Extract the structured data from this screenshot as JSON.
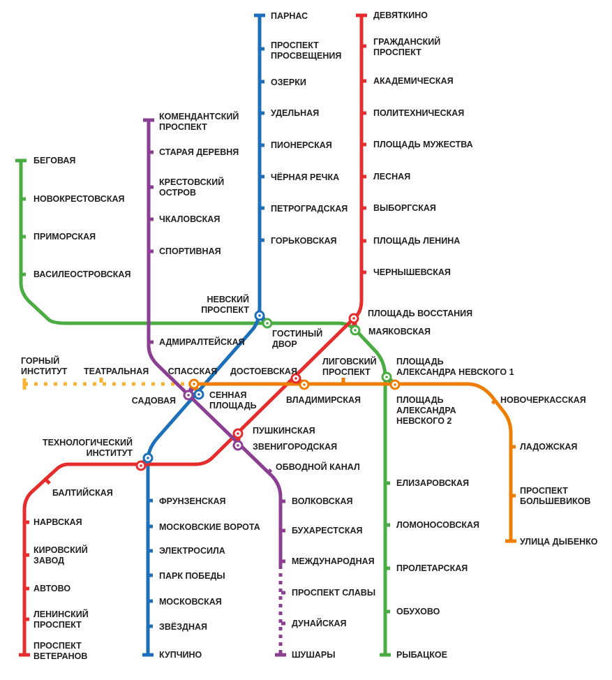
{
  "colors": {
    "red": "#e42d2c",
    "blue": "#1d6fba",
    "green": "#4aac43",
    "orange": "#ee7d00",
    "purple": "#8c3f92",
    "yellow": "#f9b233",
    "text": "#231f20"
  },
  "lines": {
    "blue": {
      "stations": [
        [
          "ПАРНАС"
        ],
        [
          "ПРОСПЕКТ",
          "ПРОСВЕЩЕНИЯ"
        ],
        [
          "ОЗЕРКИ"
        ],
        [
          "УДЕЛЬНАЯ"
        ],
        [
          "ПИОНЕРСКАЯ"
        ],
        [
          "ЧЁРНАЯ РЕЧКА"
        ],
        [
          "ПЕТРОГРАДСКАЯ"
        ],
        [
          "ГОРЬКОВСКАЯ"
        ],
        [
          "НЕВСКИЙ",
          "ПРОСПЕКТ"
        ],
        [
          "СЕННАЯ",
          "ПЛОЩАДЬ"
        ],
        [
          "ТЕХНОЛОГИЧЕСКИЙ",
          "ИНСТИТУТ"
        ],
        [
          "ФРУНЗЕНСКАЯ"
        ],
        [
          "МОСКОВСКИЕ ВОРОТА"
        ],
        [
          "ЭЛЕКТРОСИЛА"
        ],
        [
          "ПАРК ПОБЕДЫ"
        ],
        [
          "МОСКОВСКАЯ"
        ],
        [
          "ЗВЁЗДНАЯ"
        ],
        [
          "КУПЧИНО"
        ]
      ]
    },
    "red": {
      "stations": [
        [
          "ДЕВЯТКИНО"
        ],
        [
          "ГРАЖДАНСКИЙ",
          "ПРОСПЕКТ"
        ],
        [
          "АКАДЕМИЧЕСКАЯ"
        ],
        [
          "ПОЛИТЕХНИЧЕСКАЯ"
        ],
        [
          "ПЛОЩАДЬ МУЖЕСТВА"
        ],
        [
          "ЛЕСНАЯ"
        ],
        [
          "ВЫБОРГСКАЯ"
        ],
        [
          "ПЛОЩАДЬ ЛЕНИНА"
        ],
        [
          "ЧЕРНЫШЕВСКАЯ"
        ],
        [
          "ПЛОЩАДЬ ВОССТАНИЯ"
        ],
        [
          "ВЛАДИМИРСКАЯ"
        ],
        [
          "ПУШКИНСКАЯ"
        ],
        [
          "БАЛТИЙСКАЯ"
        ],
        [
          "НАРВСКАЯ"
        ],
        [
          "КИРОВСКИЙ",
          "ЗАВОД"
        ],
        [
          "АВТОВО"
        ],
        [
          "ЛЕНИНСКИЙ",
          "ПРОСПЕКТ"
        ],
        [
          "ПРОСПЕКТ",
          "ВЕТЕРАНОВ"
        ]
      ]
    },
    "green": {
      "stations": [
        [
          "БЕГОВАЯ"
        ],
        [
          "НОВОКРЕСТОВСКАЯ"
        ],
        [
          "ПРИМОРСКАЯ"
        ],
        [
          "ВАСИЛЕОСТРОВСКАЯ"
        ],
        [
          "ГОСТИНЫЙ",
          "ДВОР"
        ],
        [
          "МАЯКОВСКАЯ"
        ],
        [
          "ПЛОЩАДЬ",
          "АЛЕКСАНДРА НЕВСКОГО  1"
        ],
        [
          "ЕЛИЗАРОВСКАЯ"
        ],
        [
          "ЛОМОНОСОВСКАЯ"
        ],
        [
          "ПРОЛЕТАРСКАЯ"
        ],
        [
          "ОБУХОВО"
        ],
        [
          "РЫБАЦКОЕ"
        ]
      ]
    },
    "orange": {
      "stations": [
        [
          "СПАССКАЯ"
        ],
        [
          "ДОСТОЕВСКАЯ"
        ],
        [
          "ЛИГОВСКИЙ",
          "ПРОСПЕКТ"
        ],
        [
          "ПЛОЩАДЬ",
          "АЛЕКСАНДРА",
          "НЕВСКОГО  2"
        ],
        [
          "НОВОЧЕРКАССКАЯ"
        ],
        [
          "ЛАДОЖСКАЯ"
        ],
        [
          "ПРОСПЕКТ",
          "БОЛЬШЕВИКОВ"
        ],
        [
          "УЛИЦА ДЫБЕНКО"
        ]
      ]
    },
    "yellow": {
      "stations": [
        [
          "ГОРНЫЙ",
          "ИНСТИТУТ"
        ],
        [
          "ТЕАТРАЛЬНАЯ"
        ]
      ]
    },
    "purple": {
      "stations": [
        [
          "КОМЕНДАНТСКИЙ",
          "ПРОСПЕКТ"
        ],
        [
          "СТАРАЯ ДЕРЕВНЯ"
        ],
        [
          "КРЕСТОВСКИЙ",
          "ОСТРОВ"
        ],
        [
          "ЧКАЛОВСКАЯ"
        ],
        [
          "СПОРТИВНАЯ"
        ],
        [
          "АДМИРАЛТЕЙСКАЯ"
        ],
        [
          "САДОВАЯ"
        ],
        [
          "ЗВЕНИГОРОДСКАЯ"
        ],
        [
          "ОБВОДНОЙ КАНАЛ"
        ],
        [
          "ВОЛКОВСКАЯ"
        ],
        [
          "БУХАРЕСТСКАЯ"
        ],
        [
          "МЕЖДУНАРОДНАЯ"
        ],
        [
          "ПРОСПЕКТ СЛАВЫ"
        ],
        [
          "ДУНАЙСКАЯ"
        ],
        [
          "ШУШАРЫ"
        ]
      ]
    }
  }
}
